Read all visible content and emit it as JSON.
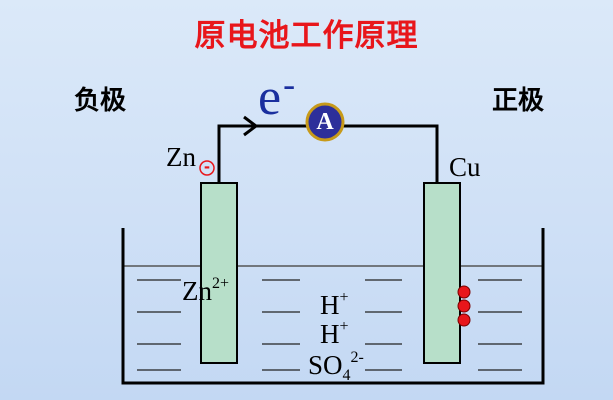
{
  "title": "原电池工作原理",
  "negative_label": "负极",
  "positive_label": "正极",
  "electron": {
    "symbol": "e",
    "charge": "-"
  },
  "ammeter": {
    "label": "A"
  },
  "anode": {
    "label": "Zn",
    "sign": "-"
  },
  "cathode": {
    "label": "Cu"
  },
  "ions": [
    {
      "base": "Zn",
      "sub": "",
      "charge": "2+"
    },
    {
      "base": "H",
      "sub": "",
      "charge": "+"
    },
    {
      "base": "H",
      "sub": "",
      "charge": "+"
    },
    {
      "base": "SO",
      "sub": "4",
      "charge": "2-"
    }
  ],
  "colors": {
    "title": "#e8161b",
    "electron": "#1a2f9e",
    "ammeter_fill": "#2d2f9a",
    "ammeter_ring": "#c79a1a",
    "electrode_fill": "#b7dfc9",
    "hydrogen_bubble": "#e8161b"
  }
}
